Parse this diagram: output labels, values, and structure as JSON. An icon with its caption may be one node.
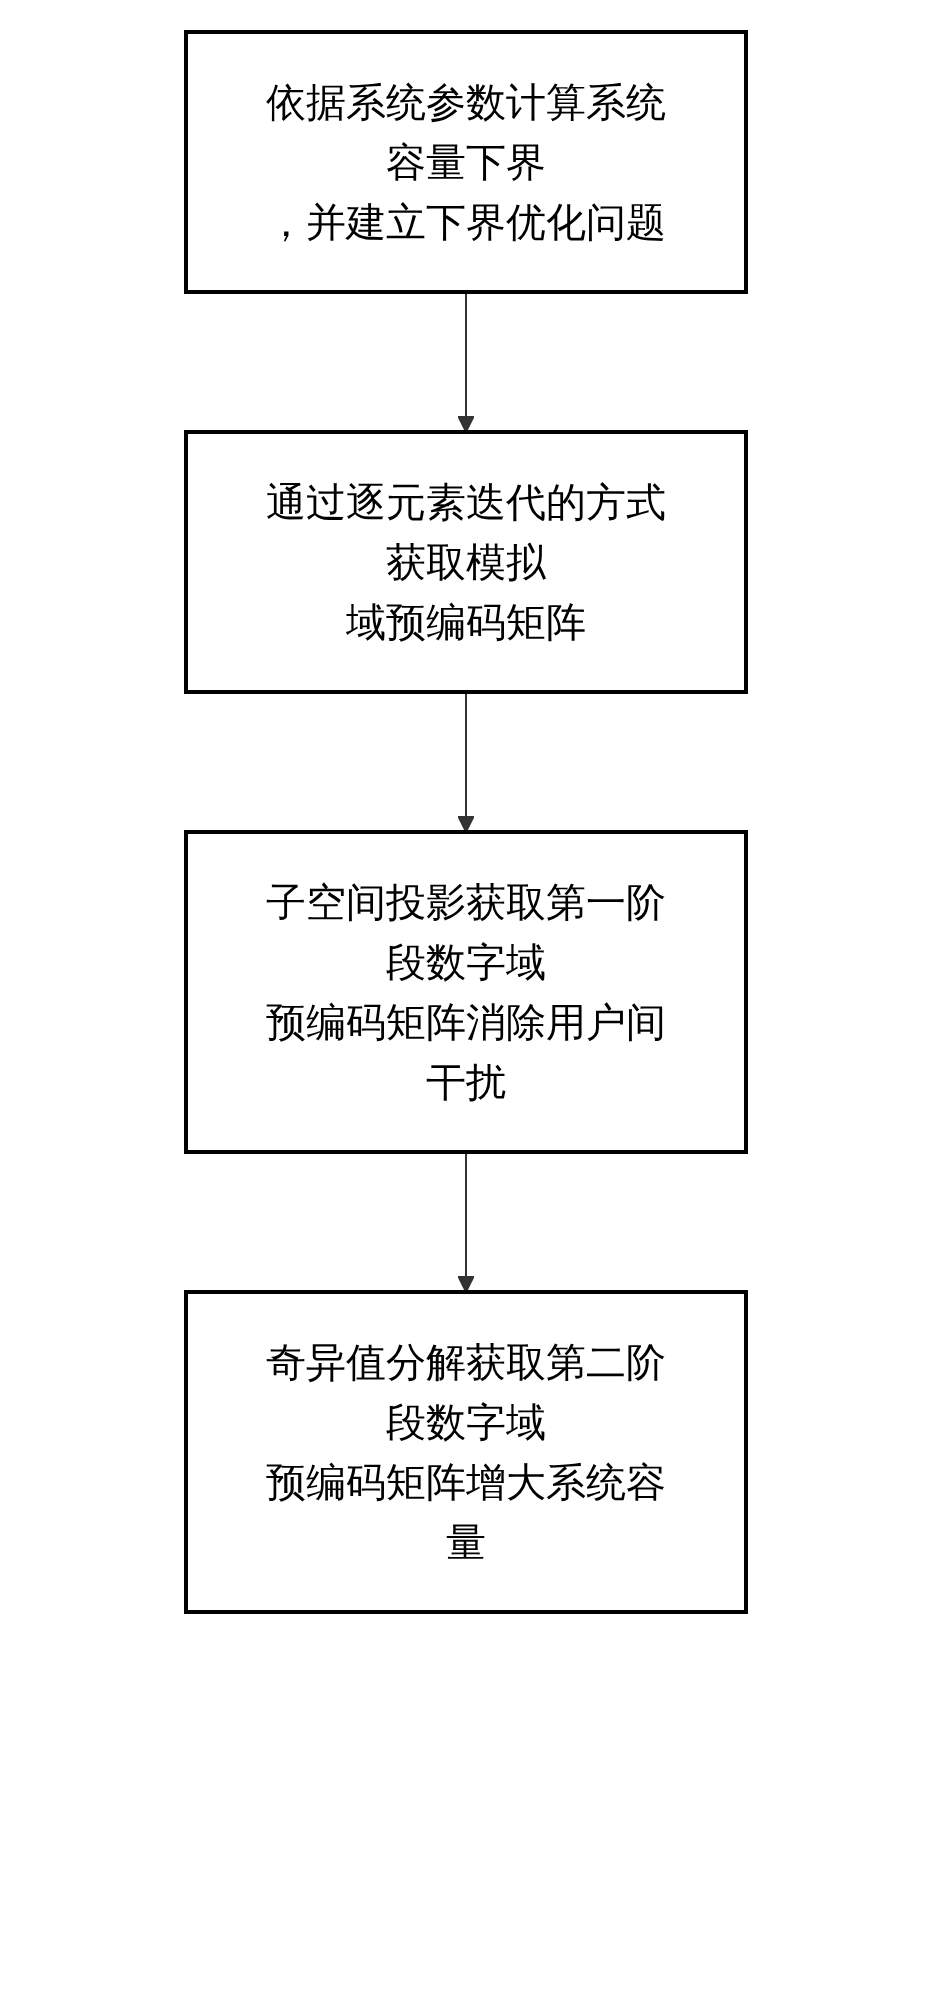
{
  "diagram": {
    "nodes": [
      {
        "text": [
          "依据系统参数计算系统容量下界，并建立下界优化问题"
        ]
      },
      {
        "text": [
          "通过逐元素迭代的方式获取模拟域预编码矩阵"
        ]
      },
      {
        "text": [
          "子空间投影获取第一阶段数字域预编码矩阵消除用户间干扰"
        ]
      },
      {
        "text": [
          "奇异值分解获取第二阶段数字域预编码矩阵增大系统容量"
        ]
      }
    ],
    "edges": [
      {
        "from": 0,
        "to": 1,
        "arrow": "to"
      },
      {
        "from": 1,
        "to": 2,
        "arrow": "to"
      },
      {
        "from": 2,
        "to": 3,
        "arrow": "to"
      }
    ]
  }
}
